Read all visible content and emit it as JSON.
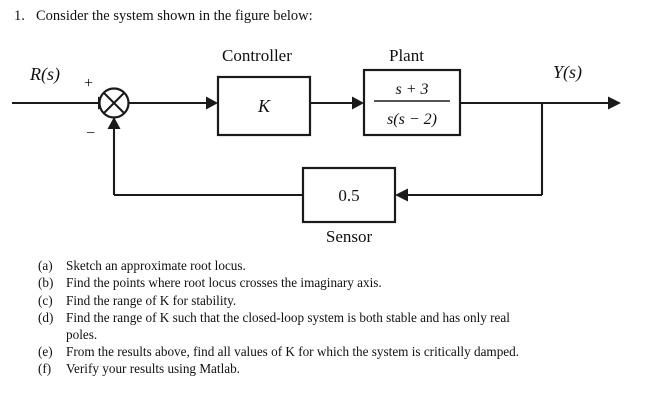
{
  "problem": {
    "number": "1.",
    "statement": "Consider the system shown in the figure below:"
  },
  "diagram": {
    "input_signal": "R(s)",
    "output_signal": "Y(s)",
    "sum_plus": "+",
    "sum_minus": "−",
    "controller": {
      "title": "Controller",
      "gain": "K"
    },
    "plant": {
      "title": "Plant",
      "numerator": "s + 3",
      "denominator": "s(s − 2)"
    },
    "sensor": {
      "title": "Sensor",
      "gain": "0.5"
    }
  },
  "questions": [
    {
      "marker": "(a)",
      "text": "Sketch an approximate root locus."
    },
    {
      "marker": "(b)",
      "text": "Find the points where root locus crosses the imaginary axis."
    },
    {
      "marker": "(c)",
      "text": "Find the range of K for stability."
    },
    {
      "marker": "(d)",
      "text": "Find the range of K such that the closed-loop system is both stable and has only real",
      "continuation": "poles."
    },
    {
      "marker": "(e)",
      "text": "From the results above, find all values of K for which the system is critically damped."
    },
    {
      "marker": "(f)",
      "text": "Verify your results using Matlab."
    }
  ],
  "colors": {
    "ink": "#101010",
    "line": "#1a1a1a",
    "background": "#ffffff"
  }
}
